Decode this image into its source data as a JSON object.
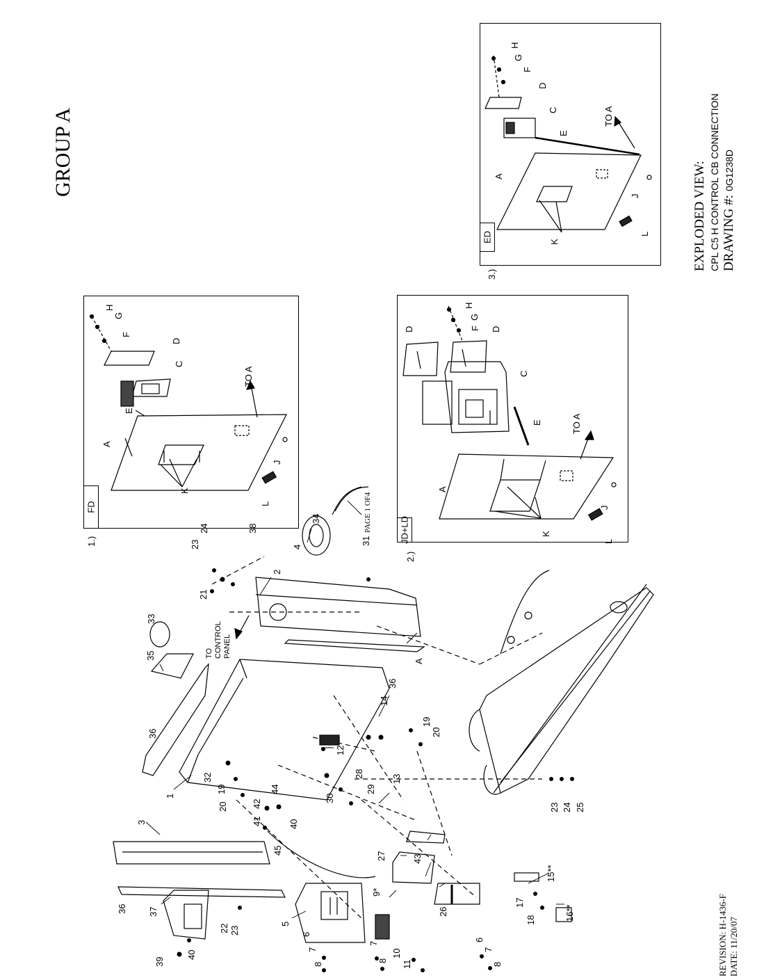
{
  "sheet": {
    "group_title": "GROUP  A",
    "view_title": "EXPLODED VIEW:",
    "view_subtitle": "CPL C5 H CONTROL CB CONNECTION",
    "drawing_label": "DRAWING #:",
    "drawing_number": "0G1238D",
    "revision": "REVISION:  H-1436-F",
    "date": "DATE:  11/20/07",
    "page": "PAGE 1 OF4"
  },
  "insets": [
    {
      "index": "1.)",
      "tag": "FD"
    },
    {
      "index": "2.)",
      "tag": "JD+LD"
    },
    {
      "index": "3.)",
      "tag": "ED"
    }
  ],
  "inset_labels": {
    "A": "A",
    "C": "C",
    "D": "D",
    "E": "E",
    "F": "F",
    "G": "G",
    "H": "H",
    "J": "J",
    "K": "K",
    "L": "L",
    "to_a": "TO A"
  },
  "main_labels": {
    "to_control_panel_1": "TO",
    "to_control_panel_2": "CONTROL",
    "to_control_panel_3": "PANEL",
    "a": "A",
    "parts": [
      "1",
      "2",
      "3",
      "4",
      "5",
      "6",
      "7",
      "8",
      "9*",
      "10",
      "11",
      "12",
      "13",
      "14",
      "15**",
      "16**",
      "17",
      "18",
      "19",
      "20",
      "21",
      "22",
      "23",
      "24",
      "25",
      "26",
      "27",
      "28",
      "29",
      "30",
      "31",
      "32",
      "33",
      "34",
      "35",
      "36",
      "37",
      "38",
      "39",
      "40",
      "41",
      "42",
      "43",
      "44",
      "45"
    ]
  }
}
